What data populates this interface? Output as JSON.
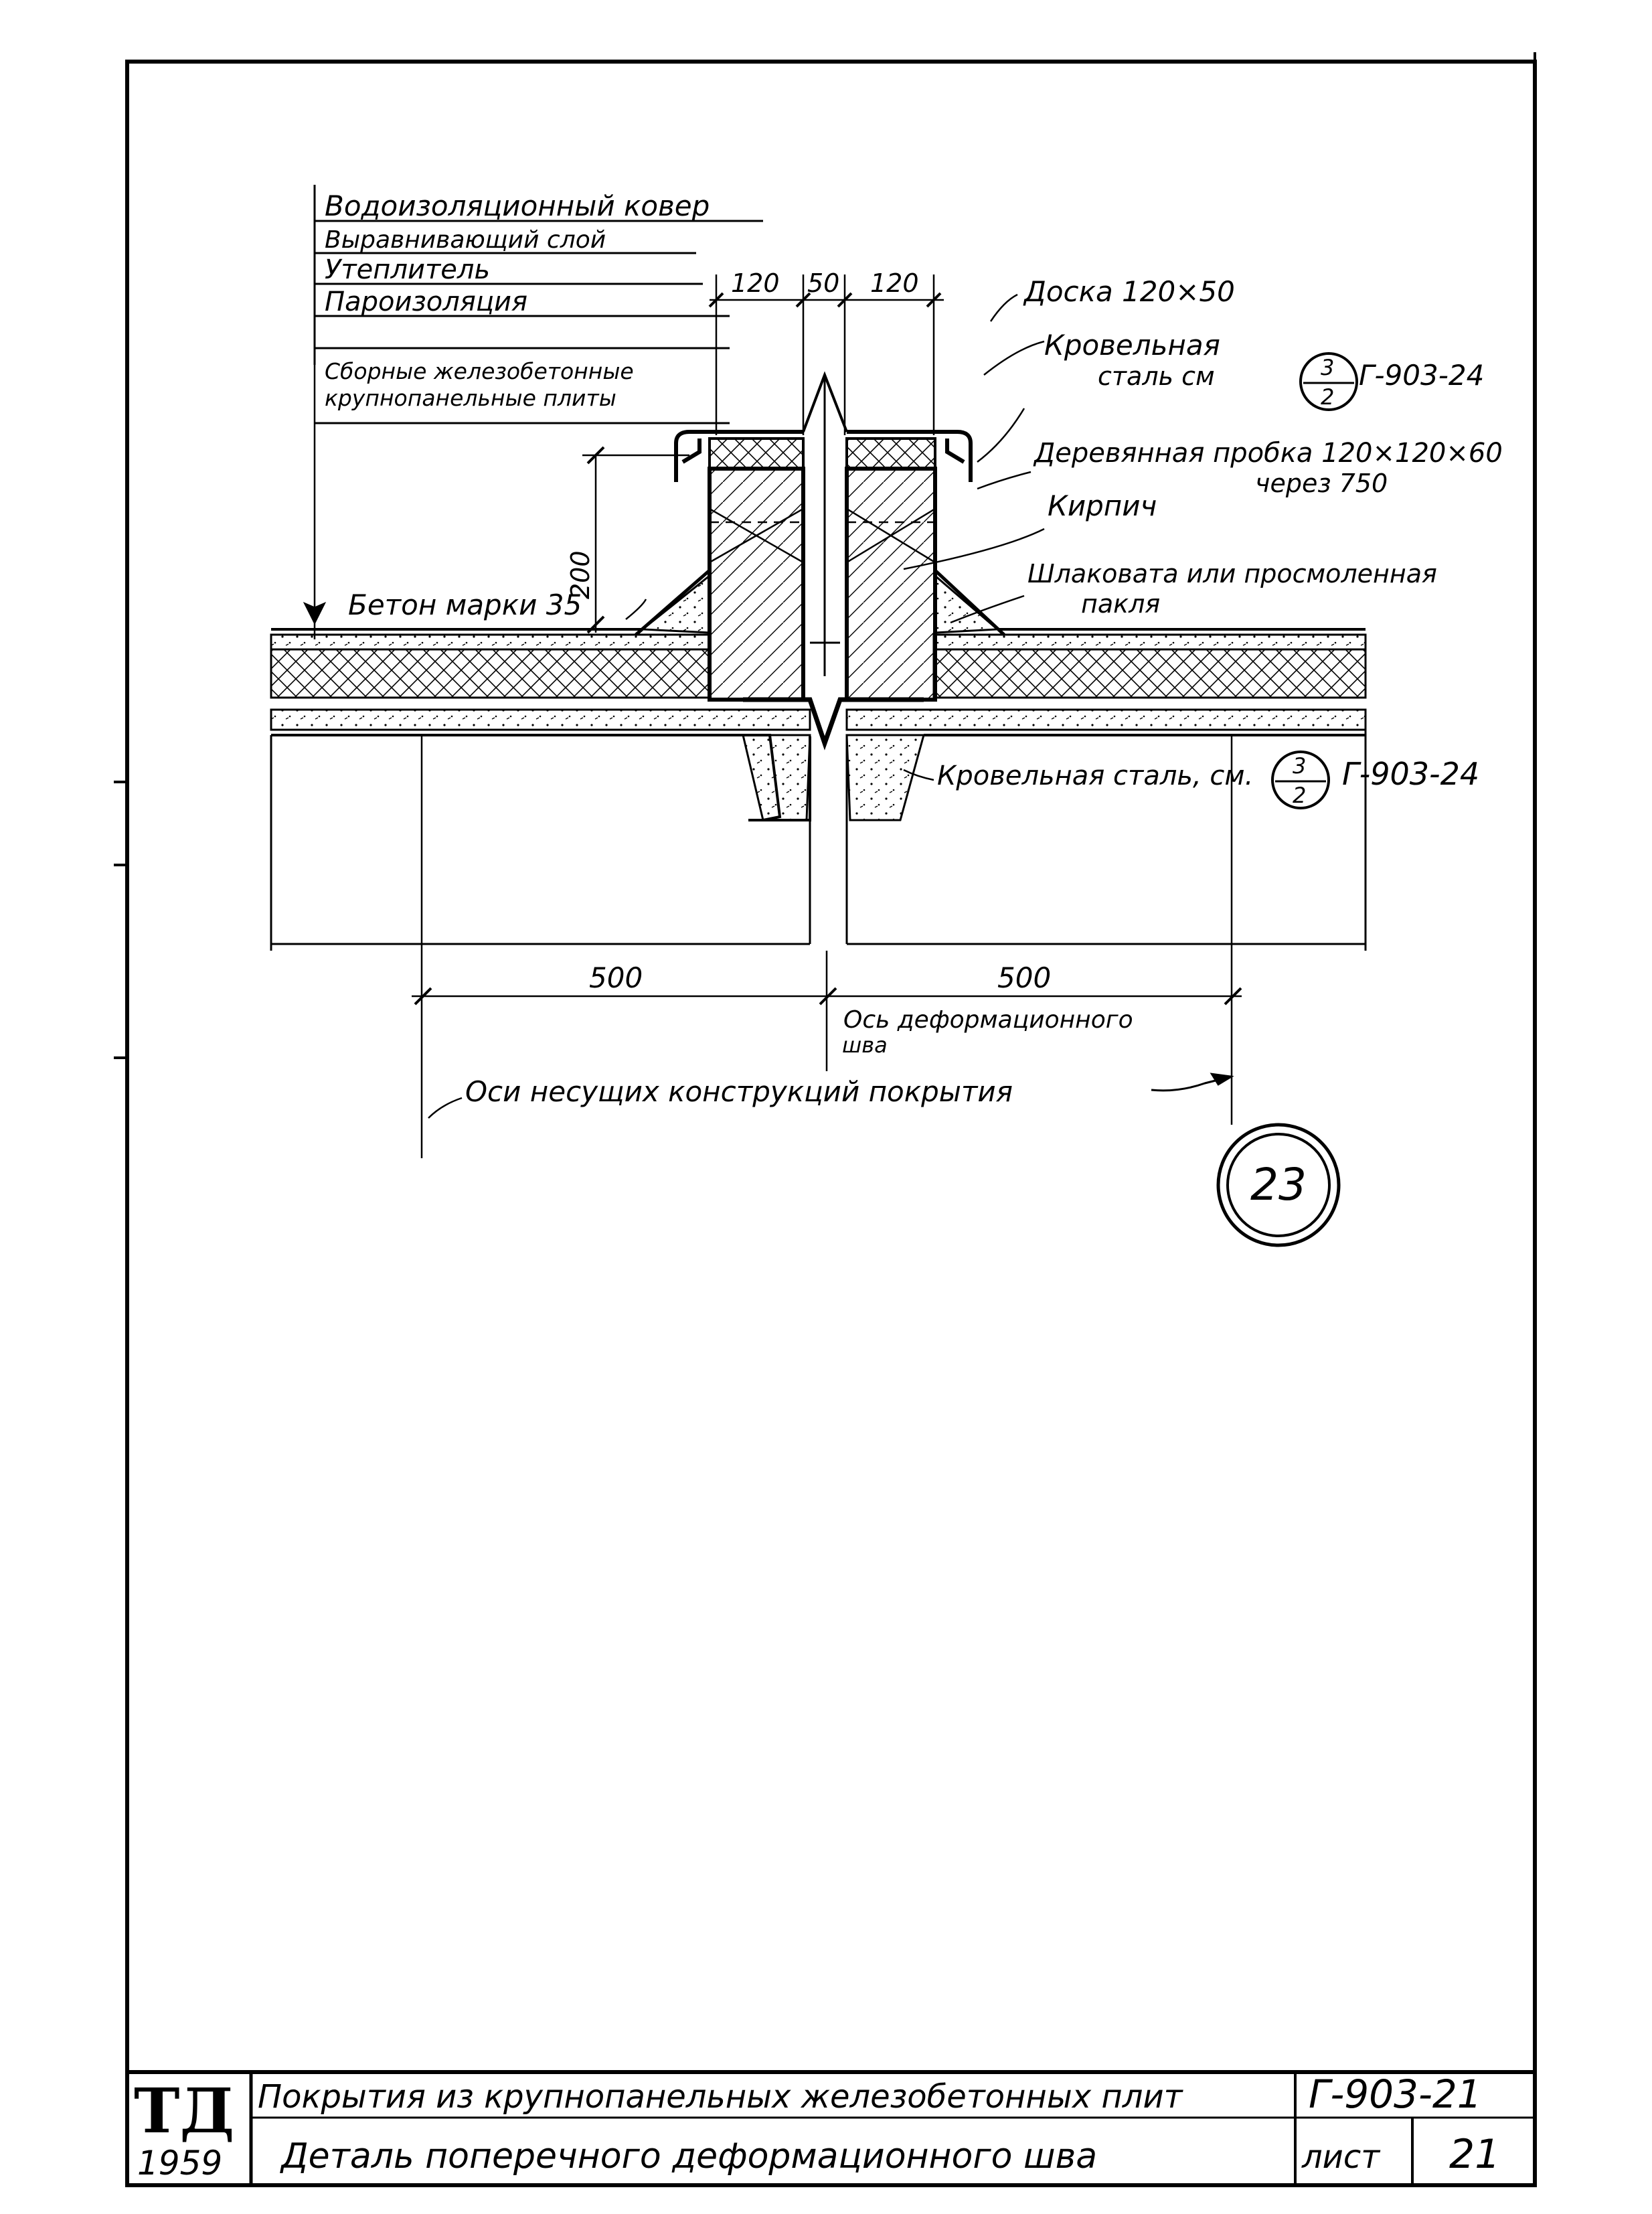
{
  "legend_layers": [
    "Водоизоляционный ковер",
    "Выравнивающий слой",
    "Утеплитель",
    "Пароизоляция",
    "Сборные железобетонные",
    "крупнопанельные плиты"
  ],
  "top_dims": [
    "120",
    "50",
    "120"
  ],
  "callouts": {
    "board": "Доска 120×50",
    "roof_steel_1": "Кровельная",
    "roof_steel_2": "сталь см",
    "ref_num": "3",
    "ref_den": "2",
    "ref_doc": "Г-903-24",
    "wood_plug_1": "Деревянная пробка 120×120×60",
    "wood_plug_2": "через 750",
    "brick": "Кирпич",
    "slag_1": "Шлаковата или просмоленная",
    "slag_2": "пакля",
    "concrete": "Бетон марки 35",
    "height_dim": "200",
    "roof_steel_lower": "Кровельная сталь, см.",
    "ref_num_2": "3",
    "ref_den_2": "2",
    "ref_doc_2": "Г-903-24"
  },
  "bottom_dims": {
    "left": "500",
    "right": "500",
    "joint_axis_1": "Ось деформационного",
    "joint_axis_2": "шва",
    "axes_note": "Оси несущих конструкций покрытия"
  },
  "detail_number": "23",
  "title_block": {
    "logo": "ТД",
    "year": "1959",
    "line1": "Покрытия из крупнопанельных железобетонных плит",
    "line2": "Деталь поперечного деформационного шва",
    "code": "Г-903-21",
    "sheet_label": "лист",
    "sheet_no": "21"
  }
}
